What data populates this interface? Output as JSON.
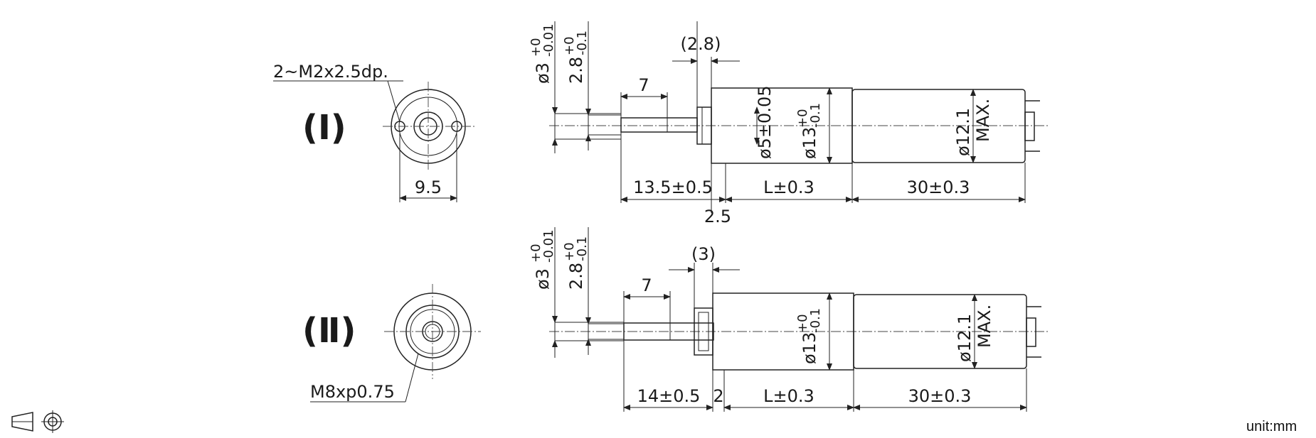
{
  "labels": {
    "view_1": "(Ⅰ)",
    "view_2": "(Ⅱ)",
    "holes": "2~M2x2.5dp.",
    "thread": "M8xp0.75",
    "pcd": "9.5",
    "unit": "unit:mm"
  },
  "v1": {
    "d3": "ø3",
    "d3_tol_up": "+0",
    "d3_tol_lo": "-0.01",
    "d28": "2.8",
    "d28_tol_up": "+0",
    "d28_tol_lo": "-0.1",
    "dim_2_8": "(2.8)",
    "dim_7": "7",
    "d5": "ø5±0.05",
    "d13": "ø13",
    "d13_tol_up": "+0",
    "d13_tol_lo": "-0.1",
    "d121": "ø12.1",
    "max": "MAX.",
    "len_135": "13.5±0.5",
    "len_L": "L±0.3",
    "len_30": "30±0.3",
    "len_25": "2.5"
  },
  "v2": {
    "d3": "ø3",
    "d3_tol_up": "+0",
    "d3_tol_lo": "-0.01",
    "d28": "2.8",
    "d28_tol_up": "+0",
    "d28_tol_lo": "-0.1",
    "dim_3": "(3)",
    "dim_7": "7",
    "d13": "ø13",
    "d13_tol_up": "+0",
    "d13_tol_lo": "-0.1",
    "d121": "ø12.1",
    "max": "MAX.",
    "len_14": "14±0.5",
    "len_2": "2",
    "len_L": "L±0.3",
    "len_30": "30±0.3"
  },
  "icons": [
    "first-angle-projection-icon",
    "target-symbol-icon"
  ]
}
